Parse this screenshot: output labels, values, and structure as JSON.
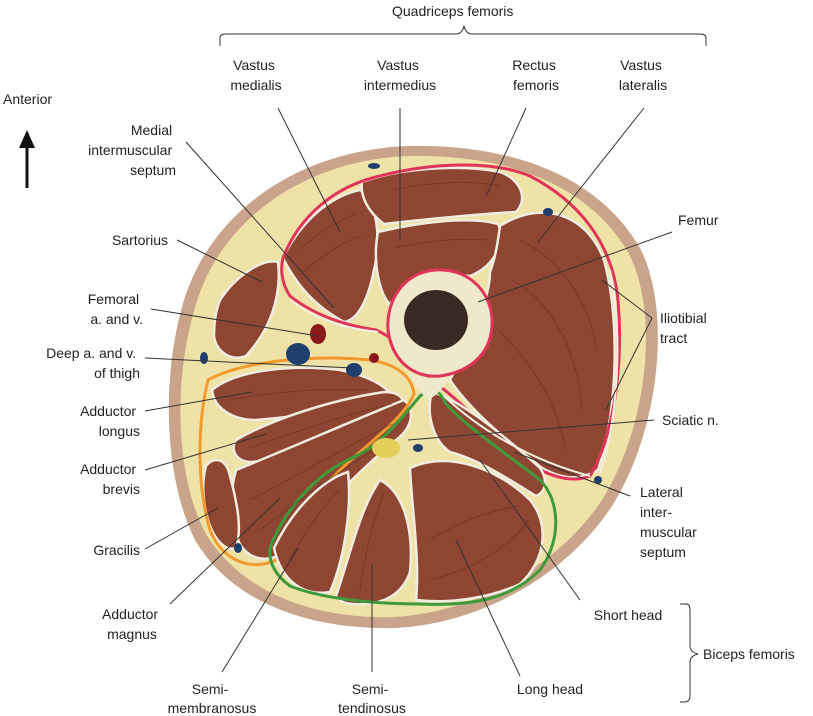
{
  "colors": {
    "skin": "#c9a48a",
    "fat": "#efe2a6",
    "muscle": "#8e4632",
    "bone": "#efe9cc",
    "marrow": "#3a2a24",
    "anterior_compartment": "#e0345a",
    "medial_compartment": "#f29a2e",
    "posterior_compartment": "#3f9a3a",
    "vein": "#1f3f6e",
    "artery": "#8a1a1a",
    "nerve": "#e2d05a"
  },
  "icons": {
    "direction_arrow": "arrow-up-icon"
  },
  "labels": {
    "anterior": "Anterior",
    "quadriceps_group": "Quadriceps femoris",
    "vastus_medialis": [
      "Vastus",
      "medialis"
    ],
    "vastus_intermedius": [
      "Vastus",
      "intermedius"
    ],
    "rectus_femoris": [
      "Rectus",
      "femoris"
    ],
    "vastus_lateralis": [
      "Vastus",
      "lateralis"
    ],
    "medial_intermuscular_septum": [
      "Medial",
      "intermuscular",
      "septum"
    ],
    "sartorius": "Sartorius",
    "femoral_vessels": [
      "Femoral",
      "a. and v."
    ],
    "deep_vessels": [
      "Deep a. and v.",
      "of thigh"
    ],
    "adductor_longus": [
      "Adductor",
      "longus"
    ],
    "adductor_brevis": [
      "Adductor",
      "brevis"
    ],
    "gracilis": "Gracilis",
    "adductor_magnus": [
      "Adductor",
      "magnus"
    ],
    "semimembranosus": [
      "Semi-",
      "membranosus"
    ],
    "semitendinosus": [
      "Semi-",
      "tendinosus"
    ],
    "long_head": "Long head",
    "short_head": "Short head",
    "biceps_group": "Biceps femoris",
    "femur": "Femur",
    "iliotibial_tract": [
      "Iliotibial",
      "tract"
    ],
    "sciatic_nerve": "Sciatic n.",
    "lateral_intermuscular_septum": [
      "Lateral",
      "inter-",
      "muscular",
      "septum"
    ]
  }
}
